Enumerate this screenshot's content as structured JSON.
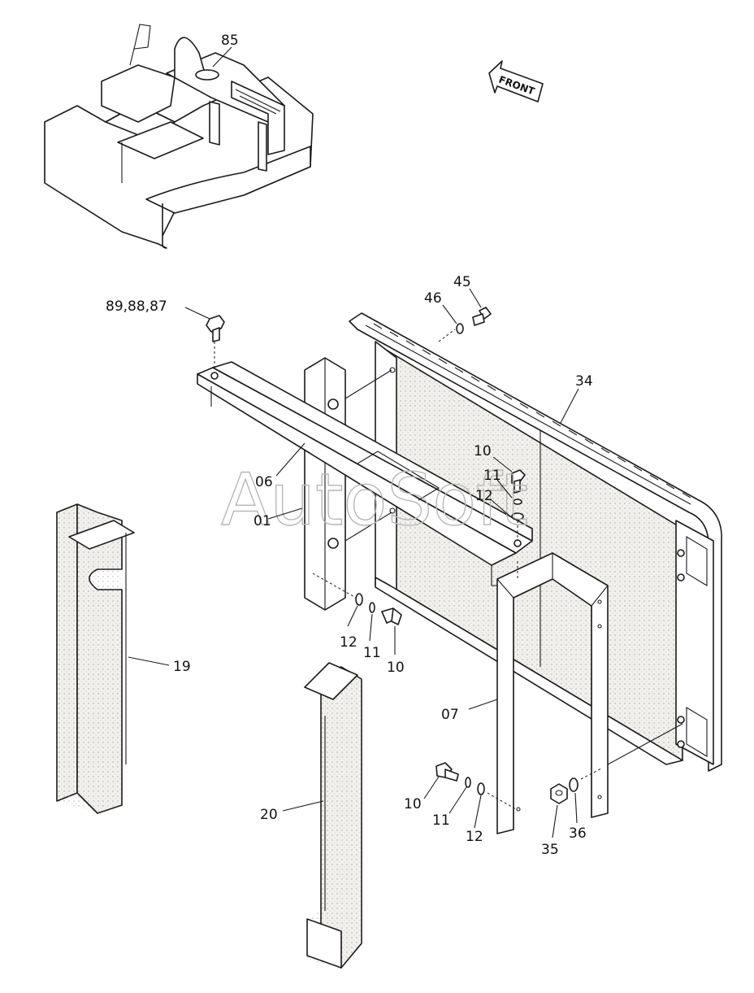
{
  "front_label": "FRONT",
  "watermark": "AutoSoft",
  "callouts": {
    "p85": "85",
    "p898887": "89,88,87",
    "p46": "46",
    "p45": "45",
    "p34": "34",
    "p06": "06",
    "p01": "01",
    "p10_top": "10",
    "p11_top": "11",
    "p12_top": "12",
    "p12_mid": "12",
    "p11_mid": "11",
    "p10_mid": "10",
    "p19": "19",
    "p07": "07",
    "p10_low": "10",
    "p11_low": "11",
    "p12_low": "12",
    "p35": "35",
    "p36": "36",
    "p20": "20"
  }
}
